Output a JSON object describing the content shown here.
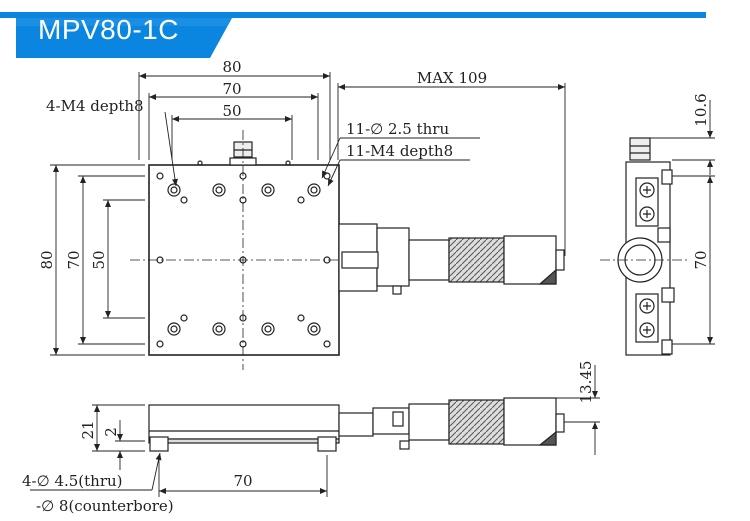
{
  "header": {
    "title": "MPV80-1C",
    "banner_color": "#0b86e0",
    "accent_color": "#0b86e0"
  },
  "top_view": {
    "dim_width_80": "80",
    "dim_width_70": "70",
    "dim_width_50": "50",
    "dim_max": "MAX 109",
    "dim_height_80": "80",
    "dim_height_70": "70",
    "dim_height_50": "50",
    "label_m4_depth": "4-M4 depth8",
    "label_holes_thru": "11-∅ 2.5 thru",
    "label_holes_m4": "11-M4 depth8"
  },
  "side_view": {
    "dim_10_6": "10.6",
    "dim_70": "70"
  },
  "front_view": {
    "dim_21": "21",
    "dim_2": "2",
    "dim_70": "70",
    "dim_13_45": "13.45",
    "label_counterbore_1": "4-∅ 4.5(thru)",
    "label_counterbore_2": "-∅ 8(counterbore)"
  }
}
